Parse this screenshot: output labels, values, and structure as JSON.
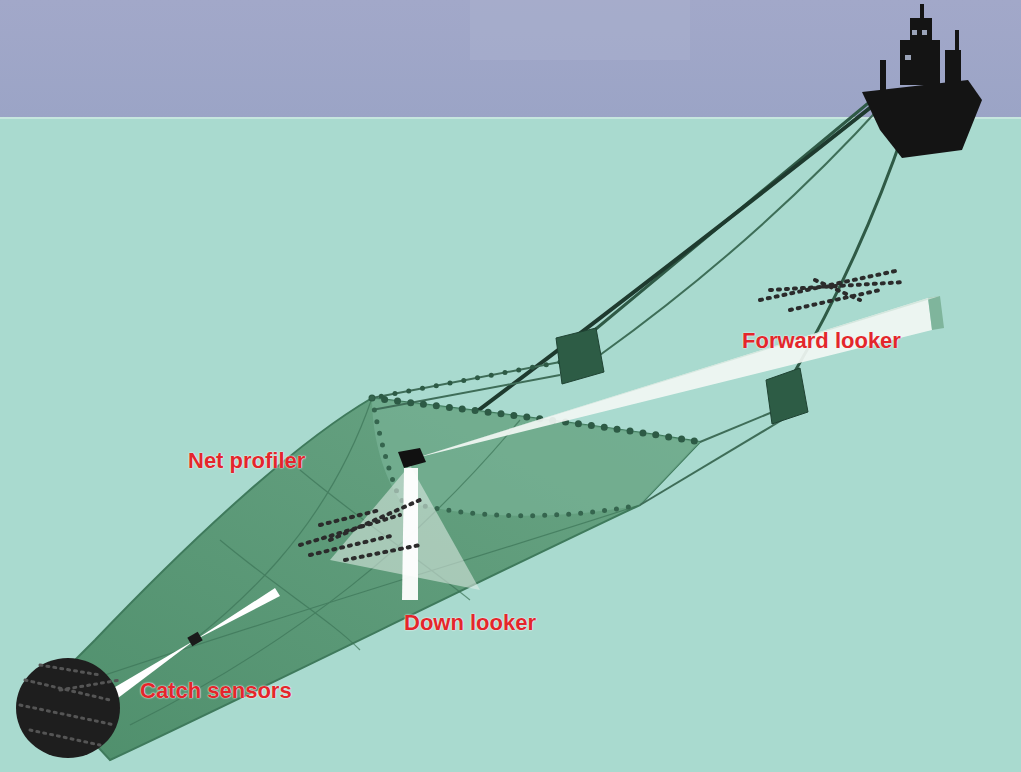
{
  "diagram": {
    "labels": [
      "Forward looker",
      "Net profiler",
      "Down looker",
      "Catch sensors"
    ]
  }
}
